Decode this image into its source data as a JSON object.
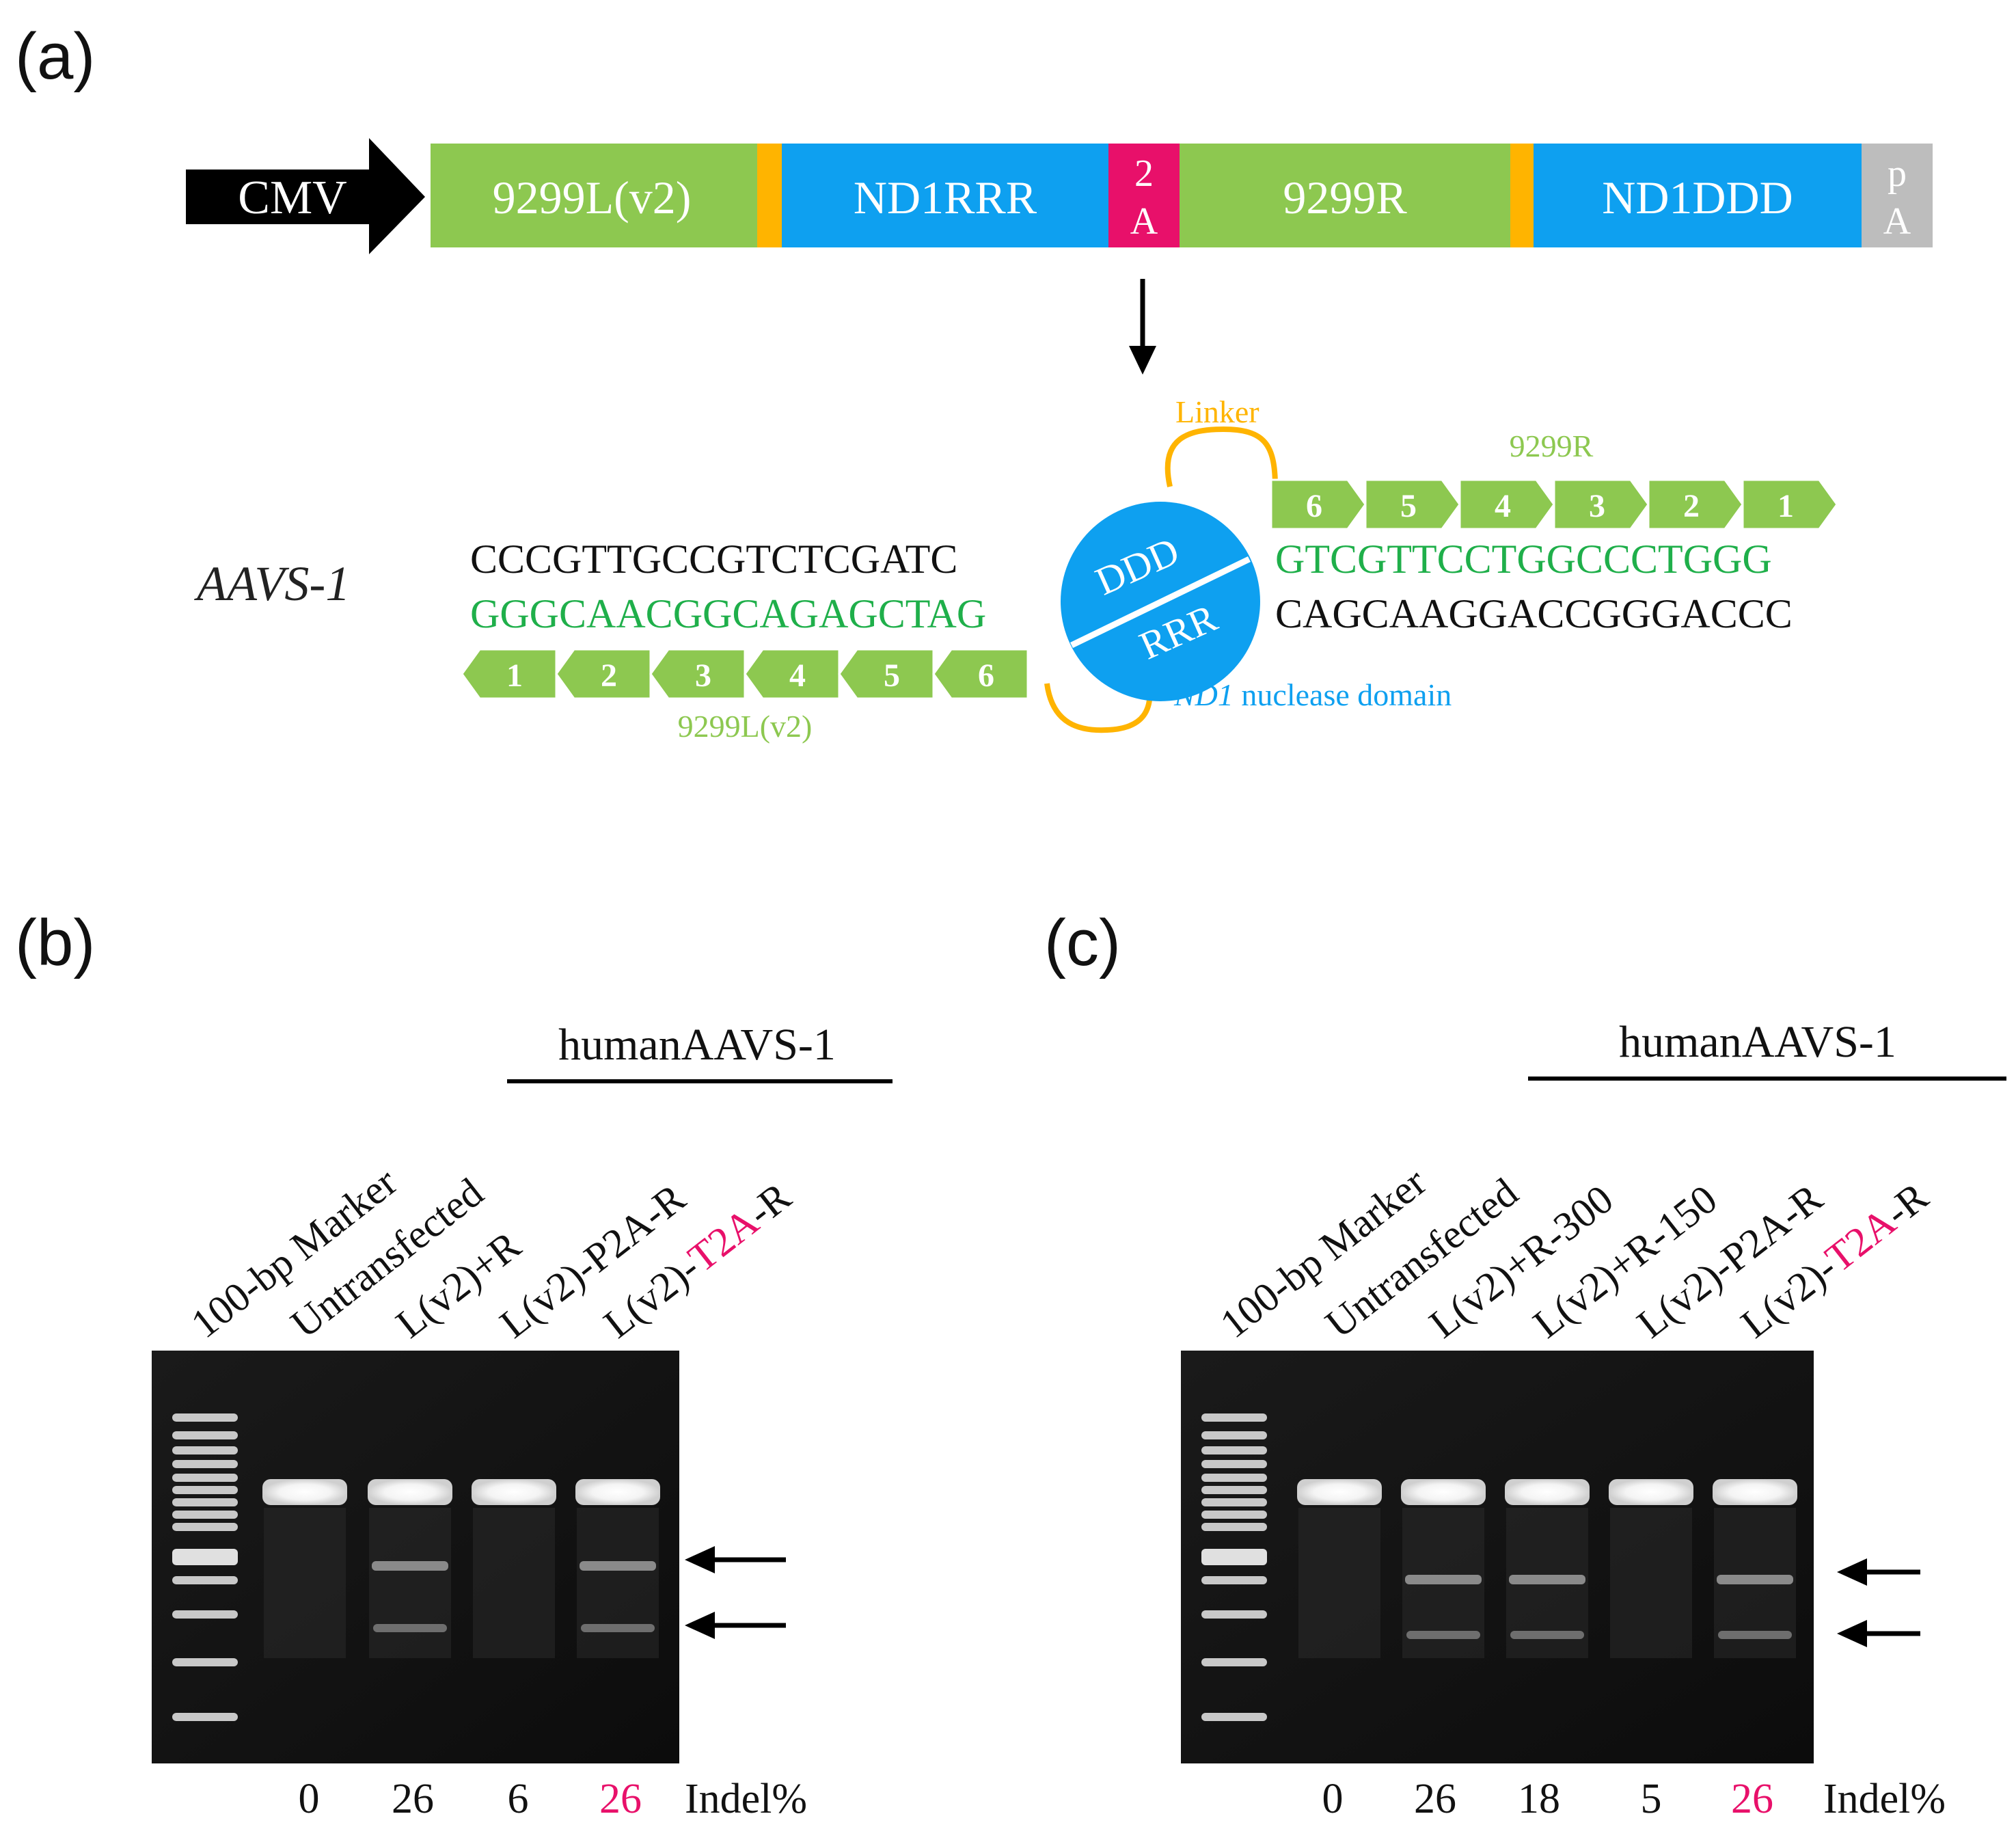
{
  "panel_a": {
    "letter": "(a)",
    "construct": {
      "promoter": "CMV",
      "segment_1": "9299L(v2)",
      "segment_2": "ND1RRR",
      "segment_3_top": "2",
      "segment_3_bottom": "A",
      "segment_4": "9299R",
      "segment_5": "ND1DDD",
      "segment_6_top": "p",
      "segment_6_bottom": "A"
    },
    "locus": "AAVS-1",
    "top_seq": "CCCGTTGCCGTCTCGATC",
    "top_seq_right": "GTCGTTCCTGGCCCTGGG",
    "bottom_seq": "GGGCAACGGCAGAGCTAG",
    "bottom_seq_right": "CAGCAAGGACCGGGACCC",
    "nuclease_top": "DDD",
    "nuclease_bottom": "RRR",
    "linker_label": "Linker",
    "right_tale_label": "9299R",
    "left_tale_label": "9299L(v2)",
    "nuclease_label_italic": "ND1",
    "nuclease_label_rest": " nuclease domain",
    "right_repeats": [
      "6",
      "5",
      "4",
      "3",
      "2",
      "1"
    ],
    "left_repeats": [
      "1",
      "2",
      "3",
      "4",
      "5",
      "6"
    ]
  },
  "panel_b": {
    "letter": "(b)",
    "group_label": "humanAAVS-1",
    "lanes": {
      "l1": "100-bp Marker",
      "l2": "Untransfected",
      "l3": "L(v2)+R",
      "l4": "L(v2)-P2A-R",
      "l5_pre": "L(v2)-",
      "l5_mid": "T2A",
      "l5_post": "-R"
    },
    "indel": [
      "0",
      "26",
      "6",
      "26"
    ],
    "indel_label": "Indel%"
  },
  "panel_c": {
    "letter": "(c)",
    "group_label": "humanAAVS-1",
    "lanes": {
      "l1": "100-bp Marker",
      "l2": "Untransfected",
      "l3": "L(v2)+R-300",
      "l4": "L(v2)+R-150",
      "l5": "L(v2)-P2A-R",
      "l6_pre": "L(v2)-",
      "l6_mid": "T2A",
      "l6_post": "-R"
    },
    "indel": [
      "0",
      "26",
      "18",
      "5",
      "26"
    ],
    "indel_label": "Indel%"
  },
  "colors": {
    "green": "#8DC850",
    "blue": "#0EA0F0",
    "orange": "#FFB400",
    "magenta": "#E8106A",
    "grey": "#BDBDBD",
    "seq_green": "#1FAF4A",
    "label_green": "#8DC850"
  }
}
